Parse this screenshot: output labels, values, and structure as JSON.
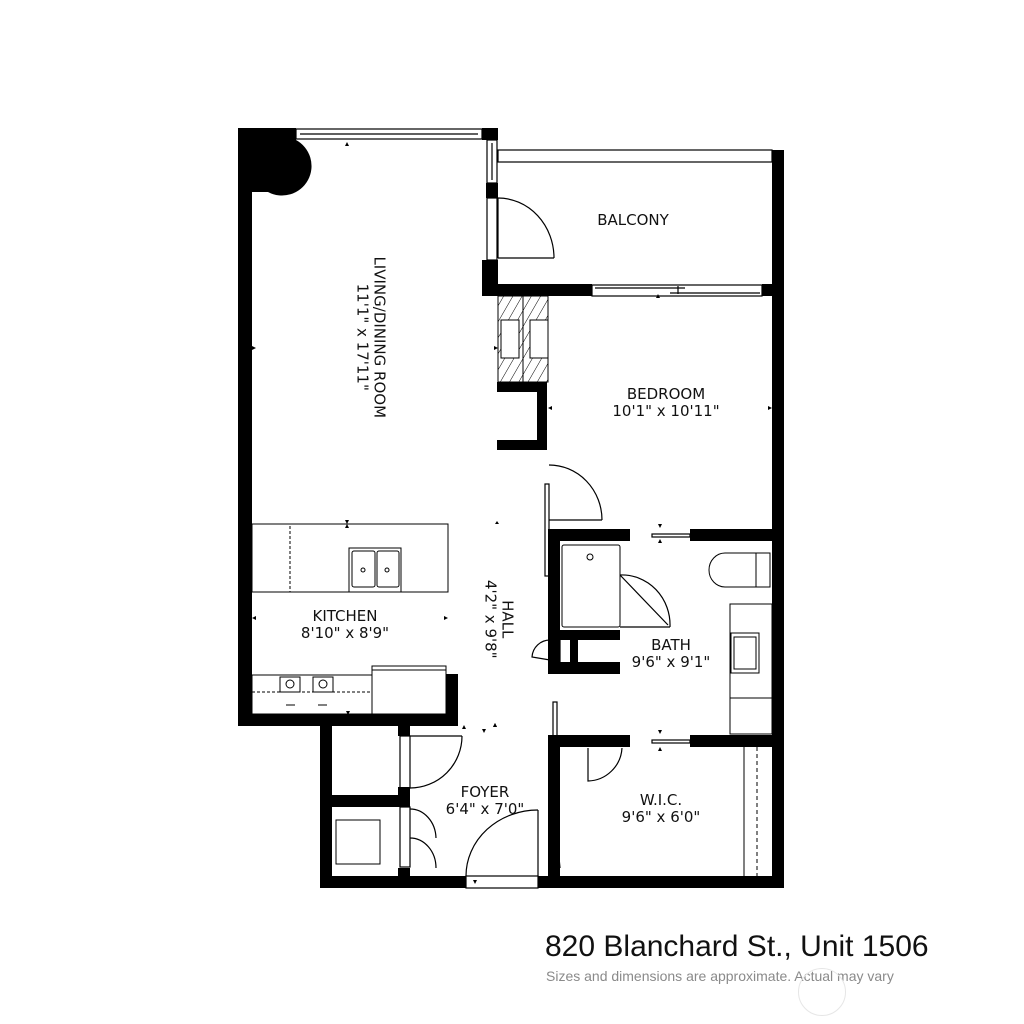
{
  "floorplan": {
    "address": "820 Blanchard St., Unit 1506",
    "disclaimer": "Sizes and dimensions are approximate. Actual may vary",
    "rooms": [
      {
        "id": "living-dining",
        "name": "LIVING/DINING ROOM",
        "dims": "11'1\" x 17'11\"",
        "orientation": "vertical"
      },
      {
        "id": "balcony",
        "name": "BALCONY",
        "dims": ""
      },
      {
        "id": "bedroom",
        "name": "BEDROOM",
        "dims": "10'1\" x 10'11\""
      },
      {
        "id": "kitchen",
        "name": "KITCHEN",
        "dims": "8'10\" x 8'9\""
      },
      {
        "id": "hall",
        "name": "HALL",
        "dims": "4'2\" x 9'8\"",
        "orientation": "vertical"
      },
      {
        "id": "bath",
        "name": "BATH",
        "dims": "9'6\" x 9'1\""
      },
      {
        "id": "foyer",
        "name": "FOYER",
        "dims": "6'4\" x 7'0\""
      },
      {
        "id": "wic",
        "name": "W.I.C.",
        "dims": "9'6\" x 6'0\""
      }
    ],
    "colors": {
      "wall": "#000000",
      "background": "#ffffff",
      "text": "#111111",
      "disclaimer_text": "#8a8a8a"
    }
  }
}
